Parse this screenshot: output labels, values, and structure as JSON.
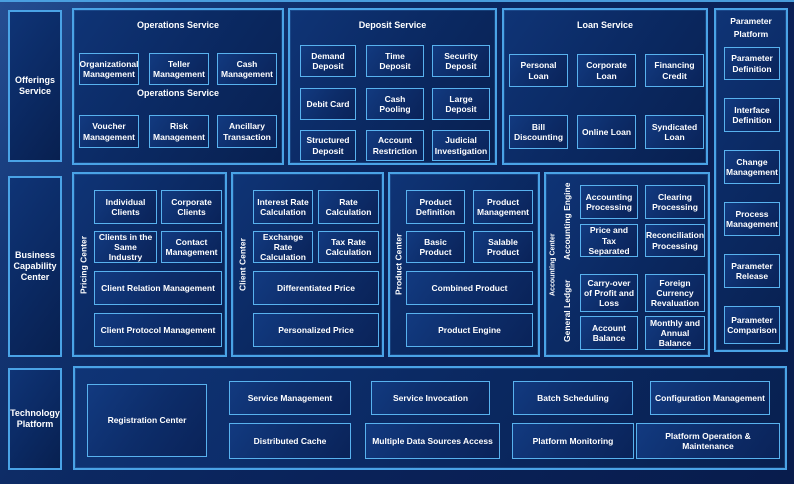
{
  "left_rail": {
    "offerings": "Offerings Service",
    "business": "Business Capability Center",
    "technology": "Technology Platform"
  },
  "operations": {
    "title": "Operations Service",
    "subtitle": "Operations Service",
    "row1": [
      "Organizational Management",
      "Teller Management",
      "Cash Management"
    ],
    "row2": [
      "Voucher Management",
      "Risk Management",
      "Ancillary Transaction"
    ]
  },
  "deposit": {
    "title": "Deposit Service",
    "items": [
      "Demand Deposit",
      "Time Deposit",
      "Security Deposit",
      "Debit Card",
      "Cash Pooling",
      "Large Deposit",
      "Structured Deposit",
      "Account Restriction",
      "Judicial Investigation"
    ]
  },
  "loan": {
    "title": "Loan Service",
    "items": [
      "Personal Loan",
      "Corporate Loan",
      "Financing Credit",
      "Bill Discounting",
      "Online Loan",
      "Syndicated Loan"
    ]
  },
  "parameter": {
    "title_line1": "Parameter",
    "title_line2": "Platform",
    "items": [
      "Parameter Definition",
      "Interface Definition",
      "Change Management",
      "Process Management",
      "Parameter Release",
      "Parameter Comparison"
    ]
  },
  "pricing": {
    "label": "Pricing Center",
    "small": [
      "Individual Clients",
      "Corporate Clients",
      "Clients in the Same Industry",
      "Contact Management"
    ],
    "wide": [
      "Client Relation Management",
      "Client Protocol Management"
    ]
  },
  "client": {
    "label": "Client Center",
    "small": [
      "Interest Rate Calculation",
      "Rate Calculation",
      "Exchange Rate Calculation",
      "Tax Rate Calculation"
    ],
    "wide": [
      "Differentiated Price",
      "Personalized Price"
    ]
  },
  "product": {
    "label": "Product Center",
    "small": [
      "Product Definition",
      "Product Management",
      "Basic Product",
      "Salable Product"
    ],
    "wide": [
      "Combined Product",
      "Product Engine"
    ]
  },
  "accounting": {
    "label": "Accounting Center",
    "engine_label": "Accounting Engine",
    "ledger_label": "General Ledger",
    "engine_items": [
      "Accounting Processing",
      "Clearing Processing",
      "Price and Tax Separated",
      "Reconciliation Processing"
    ],
    "ledger_items": [
      "Carry-over of Profit and Loss",
      "Foreign Currency Revaluation",
      "Account Balance",
      "Monthly and Annual Balance"
    ]
  },
  "technology": {
    "registration": "Registration Center",
    "row1": [
      "Service Management",
      "Service Invocation",
      "Batch Scheduling",
      "Configuration Management"
    ],
    "row2": [
      "Distributed Cache",
      "Multiple Data Sources Access",
      "Platform Monitoring",
      "Platform Operation & Maintenance"
    ]
  },
  "colors": {
    "background": "#0a2259",
    "panel_border": "#4aa3e6",
    "box_border": "#58b2ef",
    "text": "#ffffff"
  }
}
